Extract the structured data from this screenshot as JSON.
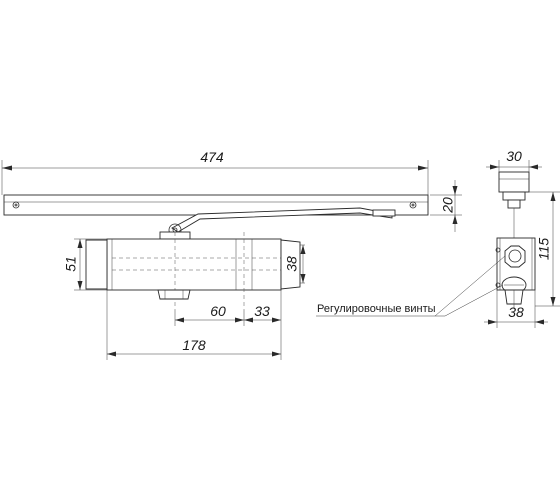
{
  "dimensions": {
    "arm_length": "474",
    "arm_height": "20",
    "side_width": "30",
    "side_height": "115",
    "body_height": "51",
    "bracket_height": "38",
    "offset_60": "60",
    "offset_33": "33",
    "body_length": "178",
    "side_depth": "38"
  },
  "annotation": {
    "adjust_screws": "Регулировочные винты"
  }
}
